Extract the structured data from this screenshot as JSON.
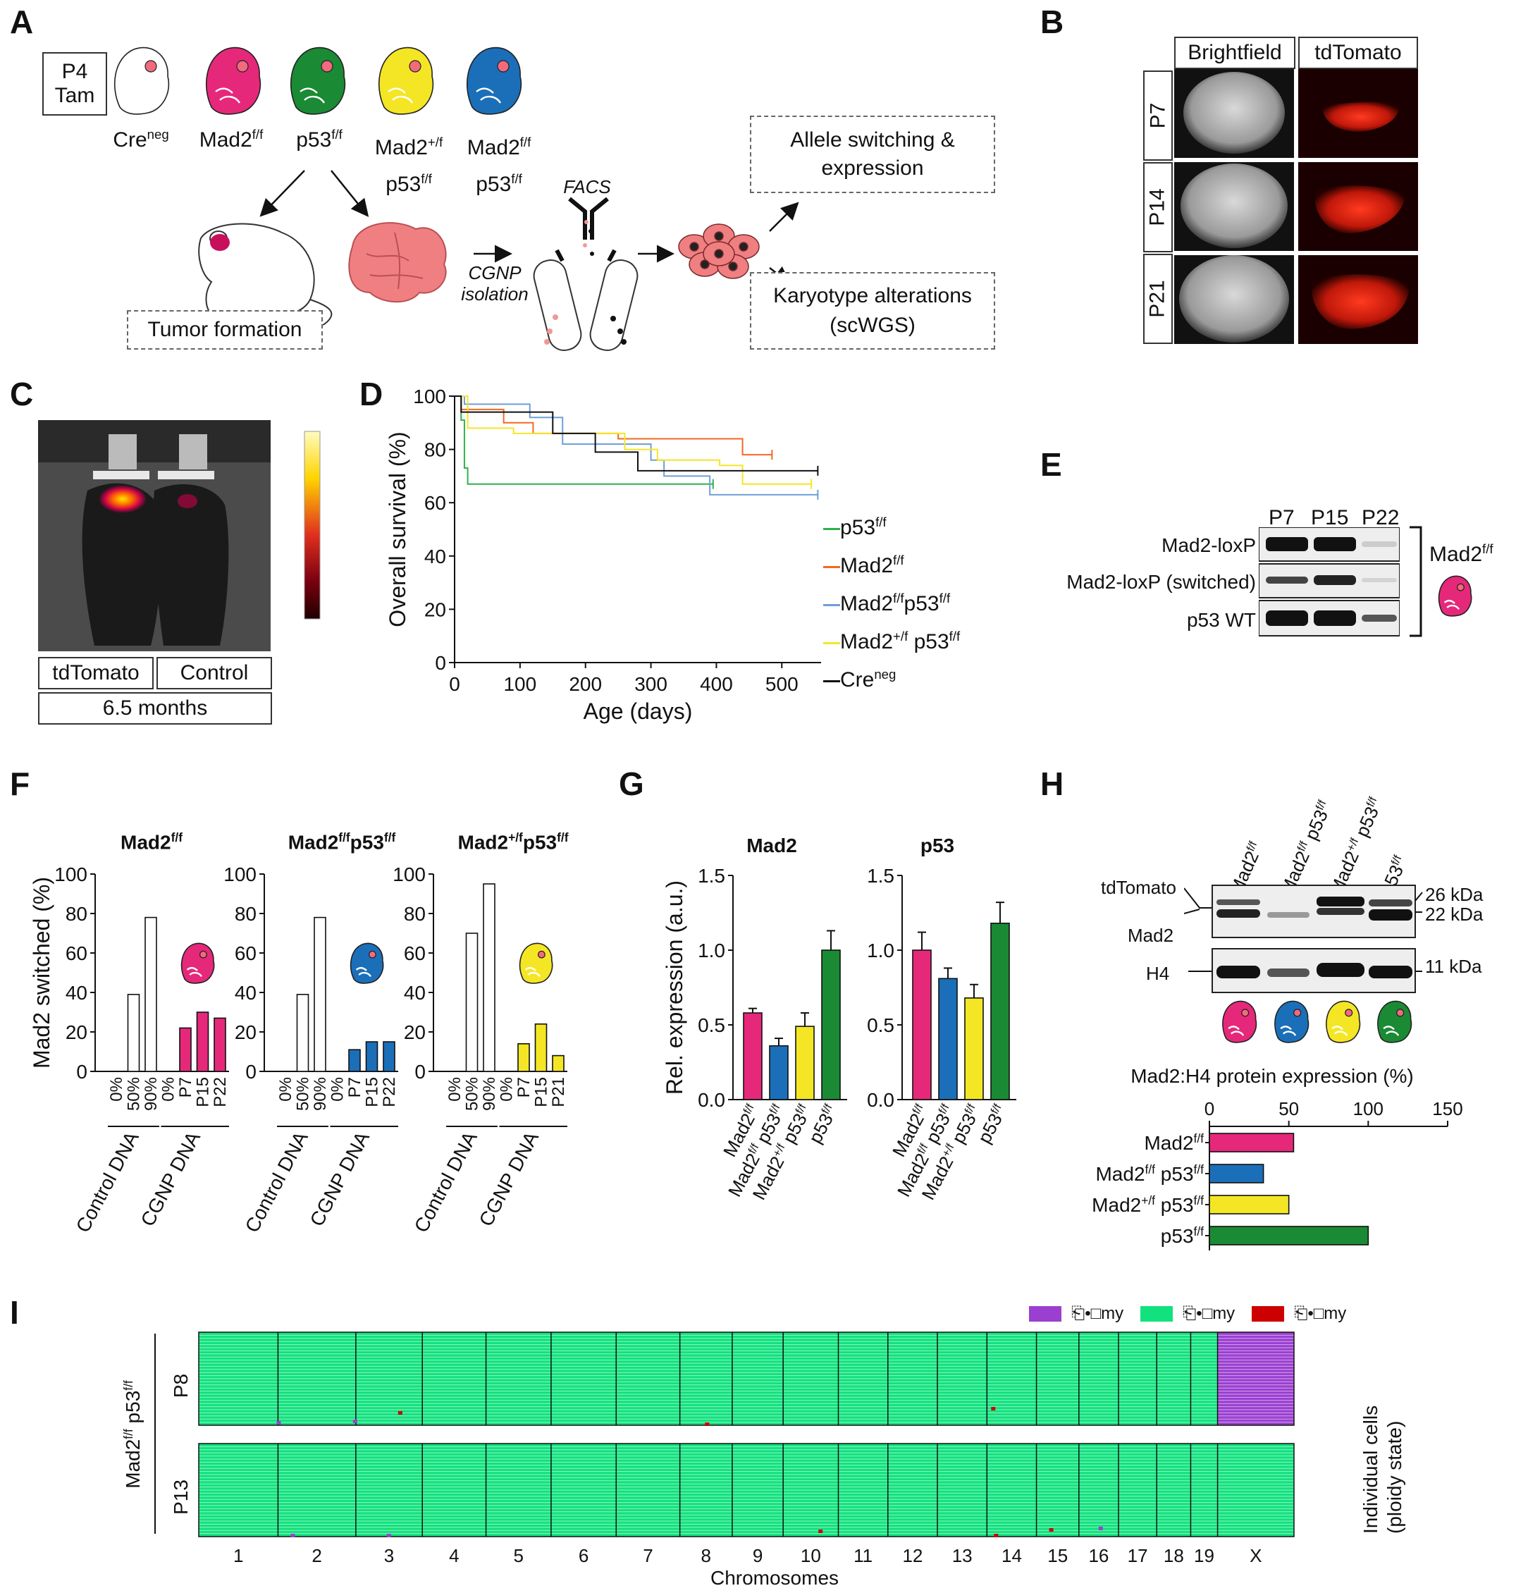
{
  "panels": {
    "A": "A",
    "B": "B",
    "C": "C",
    "D": "D",
    "E": "E",
    "F": "F",
    "G": "G",
    "H": "H",
    "I": "I"
  },
  "panel_a": {
    "p4": "P4",
    "tam": "Tam",
    "genotypes": [
      {
        "base": "Cre",
        "sup": "neg",
        "line2": "",
        "line2sup": "",
        "color": "#ffffff"
      },
      {
        "base": "Mad2",
        "sup": "f/f",
        "line2": "",
        "line2sup": "",
        "color": "#e6287a"
      },
      {
        "base": "p53",
        "sup": "f/f",
        "line2": "",
        "line2sup": "",
        "color": "#1a8a34"
      },
      {
        "base": "Mad2",
        "sup": "+/f",
        "line2": "p53",
        "line2sup": "f/f",
        "color": "#f5e625"
      },
      {
        "base": "Mad2",
        "sup": "f/f",
        "line2": "p53",
        "line2sup": "f/f",
        "color": "#1b6fb8"
      }
    ],
    "tumor_formation": "Tumor formation",
    "cgnp_isolation_1": "CGNP",
    "cgnp_isolation_2": "isolation",
    "facs": "FACS",
    "allele_1": "Allele switching &",
    "allele_2": "expression",
    "karyo_1": "Karyotype alterations",
    "karyo_2": "(scWGS)"
  },
  "panel_b": {
    "columns": [
      "Brightfield",
      "tdTomato"
    ],
    "rows": [
      "P7",
      "P14",
      "P21"
    ]
  },
  "panel_c": {
    "labels": [
      "tdTomato",
      "Control"
    ],
    "time": "6.5 months"
  },
  "panel_d": {
    "legend": [
      {
        "base": "p53",
        "sup": "f/f",
        "color": "#2fb24a"
      },
      {
        "base": "Mad2",
        "sup": "f/f",
        "color": "#f26a22"
      },
      {
        "base": "Mad2",
        "sup": "f/f",
        "base2": "p53",
        "sup2": "f/f",
        "color": "#6f9fd8"
      },
      {
        "base": "Mad2",
        "sup": "+/f",
        "base2": " p53",
        "sup2": "f/f",
        "color": "#f5e625"
      },
      {
        "base": "Cre",
        "sup": "neg",
        "color": "#111111"
      }
    ]
  },
  "panel_e": {
    "lanes": [
      "P7",
      "P15",
      "P22"
    ],
    "rows": [
      "Mad2-loxP",
      "Mad2-loxP (switched)",
      "p53 WT"
    ],
    "genotype_base": "Mad2",
    "genotype_sup": "f/f"
  },
  "panel_f": {
    "titles": [
      {
        "base": "Mad2",
        "sup": "f/f",
        "base2": "",
        "sup2": ""
      },
      {
        "base": "Mad2",
        "sup": "f/f",
        "base2": "p53",
        "sup2": "f/f"
      },
      {
        "base": "Mad2",
        "sup": "+/f",
        "base2": "p53",
        "sup2": "f/f"
      }
    ],
    "group_labels": [
      "Control DNA",
      "CGNP DNA"
    ]
  },
  "panel_g": {
    "titles": [
      "Mad2",
      "p53"
    ]
  },
  "panel_h": {
    "lane_labels": [
      {
        "base": "Mad2",
        "sup": "f/f",
        "base2": "",
        "sup2": ""
      },
      {
        "base": "Mad2",
        "sup": "f/f",
        "base2": " p53",
        "sup2": "f/f"
      },
      {
        "base": "Mad2",
        "sup": "+/f",
        "base2": " p53",
        "sup2": "f/f"
      },
      {
        "base": "p53",
        "sup": "f/f",
        "base2": "",
        "sup2": ""
      }
    ],
    "tdtomato": "tdTomato",
    "mad2": "Mad2",
    "h4": "H4",
    "kda26": "26 kDa",
    "kda22": "22 kDa",
    "kda11": "11 kDa"
  },
  "panel_i": {
    "legend": [
      {
        "label": "⎗•□my",
        "color": "#9b3fd1"
      },
      {
        "label": "⎗•□my",
        "color": "#11e27e"
      },
      {
        "label": "⎗•□my",
        "color": "#cc0000"
      }
    ],
    "row_labels": [
      "P8",
      "P13"
    ],
    "genotype": {
      "base": "Mad2",
      "sup": "f/f",
      "base2": " p53",
      "sup2": "f/f"
    },
    "right_label_1": "Individual cells",
    "right_label_2": "(ploidy state)"
  },
  "chart_data": [
    {
      "panel": "D",
      "type": "line",
      "xlabel": "Age (days)",
      "ylabel": "Overall survival (%)",
      "xlim": [
        0,
        560
      ],
      "ylim": [
        0,
        100
      ],
      "xticks": [
        0,
        100,
        200,
        300,
        400,
        500
      ],
      "yticks": [
        0,
        20,
        40,
        60,
        80,
        100
      ],
      "series": [
        {
          "name": "p53 f/f",
          "color": "#2fb24a",
          "steps": [
            [
              0,
              100
            ],
            [
              10,
              91
            ],
            [
              15,
              73
            ],
            [
              20,
              67
            ],
            [
              395,
              67
            ]
          ]
        },
        {
          "name": "Mad2 f/f",
          "color": "#f26a22",
          "steps": [
            [
              0,
              100
            ],
            [
              10,
              95
            ],
            [
              75,
              90
            ],
            [
              120,
              86
            ],
            [
              250,
              84
            ],
            [
              440,
              78
            ],
            [
              485,
              78
            ]
          ]
        },
        {
          "name": "Mad2 f/f p53 f/f",
          "color": "#6f9fd8",
          "steps": [
            [
              0,
              100
            ],
            [
              15,
              97
            ],
            [
              115,
              92
            ],
            [
              165,
              82
            ],
            [
              300,
              76
            ],
            [
              320,
              70
            ],
            [
              390,
              63
            ],
            [
              555,
              63
            ]
          ]
        },
        {
          "name": "Mad2 +/f p53 f/f",
          "color": "#f5e625",
          "steps": [
            [
              0,
              100
            ],
            [
              20,
              88
            ],
            [
              90,
              86
            ],
            [
              260,
              80
            ],
            [
              310,
              76
            ],
            [
              405,
              74
            ],
            [
              440,
              67
            ],
            [
              545,
              67
            ]
          ]
        },
        {
          "name": "Cre neg",
          "color": "#111111",
          "steps": [
            [
              0,
              100
            ],
            [
              10,
              94
            ],
            [
              150,
              86
            ],
            [
              215,
              79
            ],
            [
              280,
              72
            ],
            [
              555,
              72
            ]
          ]
        }
      ]
    },
    {
      "panel": "F1",
      "type": "bar",
      "ylabel": "Mad2 switched (%)",
      "ylim": [
        0,
        100
      ],
      "yticks": [
        0,
        20,
        40,
        60,
        80,
        100
      ],
      "categories": [
        "0%",
        "50%",
        "90%",
        "0%",
        "P7",
        "P15",
        "P22"
      ],
      "values": [
        0,
        39,
        78,
        0,
        22,
        30,
        27
      ],
      "colors": [
        "#ffffff",
        "#ffffff",
        "#ffffff",
        "#ffffff",
        "#e6287a",
        "#e6287a",
        "#e6287a"
      ]
    },
    {
      "panel": "F2",
      "type": "bar",
      "ylim": [
        0,
        100
      ],
      "yticks": [
        0,
        20,
        40,
        60,
        80,
        100
      ],
      "categories": [
        "0%",
        "50%",
        "90%",
        "0%",
        "P7",
        "P15",
        "P22"
      ],
      "values": [
        0,
        39,
        78,
        0,
        11,
        15,
        15
      ],
      "colors": [
        "#ffffff",
        "#ffffff",
        "#ffffff",
        "#ffffff",
        "#1b6fb8",
        "#1b6fb8",
        "#1b6fb8"
      ]
    },
    {
      "panel": "F3",
      "type": "bar",
      "ylim": [
        0,
        100
      ],
      "yticks": [
        0,
        20,
        40,
        60,
        80,
        100
      ],
      "categories": [
        "0%",
        "50%",
        "90%",
        "0%",
        "P7",
        "P15",
        "P21"
      ],
      "values": [
        0,
        70,
        95,
        0,
        14,
        24,
        8
      ],
      "colors": [
        "#ffffff",
        "#ffffff",
        "#ffffff",
        "#ffffff",
        "#f5e625",
        "#f5e625",
        "#f5e625"
      ]
    },
    {
      "panel": "G1",
      "type": "bar",
      "ylabel": "Rel. expression (a.u.)",
      "ylim": [
        0,
        1.5
      ],
      "yticks": [
        0.0,
        0.5,
        1.0,
        1.5
      ],
      "categories": [
        "Mad2 f/f",
        "Mad2 f/f p53 f/f",
        "Mad2 +/f p53 f/f",
        "p53 f/f"
      ],
      "values": [
        0.58,
        0.36,
        0.49,
        1.0
      ],
      "errors": [
        0.03,
        0.05,
        0.09,
        0.13
      ],
      "colors": [
        "#e6287a",
        "#1b6fb8",
        "#f5e625",
        "#1a8a34"
      ]
    },
    {
      "panel": "G2",
      "type": "bar",
      "ylim": [
        0,
        1.5
      ],
      "yticks": [
        0.0,
        0.5,
        1.0,
        1.5
      ],
      "categories": [
        "Mad2 f/f",
        "Mad2 f/f p53 f/f",
        "Mad2 +/f p53 f/f",
        "p53 f/f"
      ],
      "values": [
        1.0,
        0.81,
        0.68,
        1.18
      ],
      "errors": [
        0.12,
        0.07,
        0.09,
        0.14
      ],
      "colors": [
        "#e6287a",
        "#1b6fb8",
        "#f5e625",
        "#1a8a34"
      ]
    },
    {
      "panel": "H",
      "type": "bar",
      "orientation": "horizontal",
      "title": "Mad2:H4 protein expression (%)",
      "xlim": [
        0,
        150
      ],
      "xticks": [
        0,
        50,
        100,
        150
      ],
      "categories": [
        "Mad2 f/f",
        "Mad2 f/f p53 f/f",
        "Mad2 +/f p53 f/f",
        "p53 f/f"
      ],
      "values": [
        53,
        34,
        50,
        100
      ],
      "colors": [
        "#e6287a",
        "#1b6fb8",
        "#f5e625",
        "#1a8a34"
      ]
    },
    {
      "panel": "I",
      "type": "heatmap",
      "xlabel": "Chromosomes",
      "categories": [
        "1",
        "2",
        "3",
        "4",
        "5",
        "6",
        "7",
        "8",
        "9",
        "10",
        "11",
        "12",
        "13",
        "14",
        "15",
        "16",
        "17",
        "18",
        "19",
        "X"
      ]
    }
  ]
}
